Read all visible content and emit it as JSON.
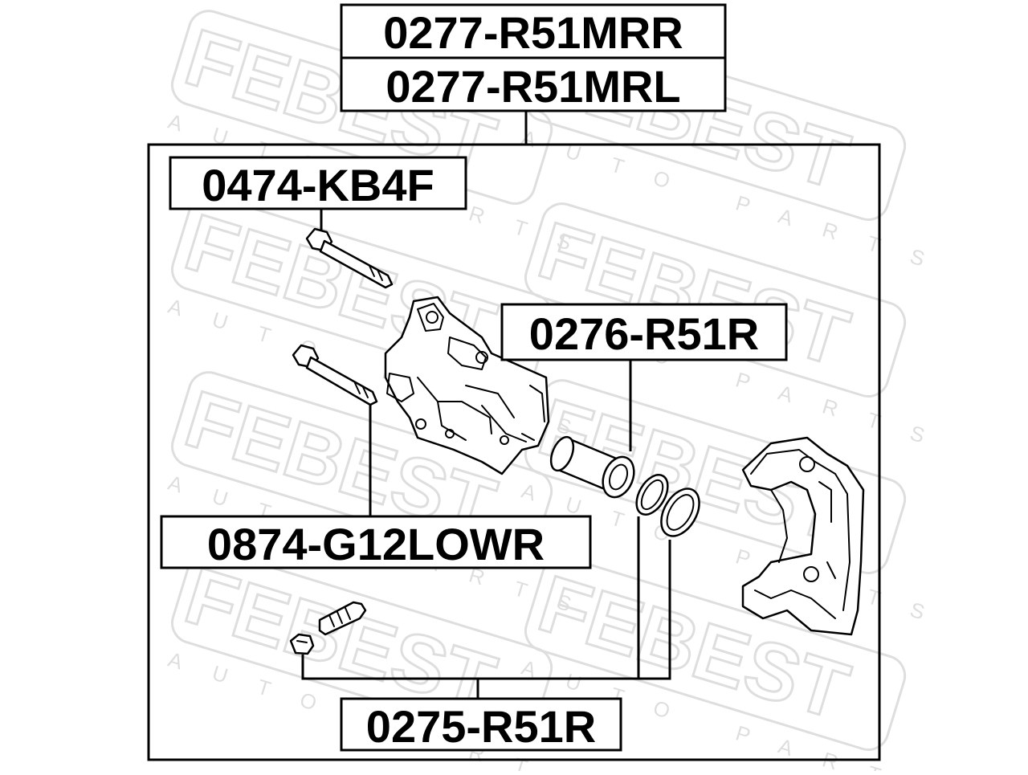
{
  "watermark": {
    "brand": "FEBEST",
    "sub": "AUTO PARTS"
  },
  "labels": {
    "assembly_right": "0277-R51MRR",
    "assembly_left": "0277-R51MRL",
    "guide_bolt": "0474-KB4F",
    "piston": "0276-R51R",
    "guide_pin": "0874-G12LOWR",
    "repair_kit": "0275-R51R"
  }
}
